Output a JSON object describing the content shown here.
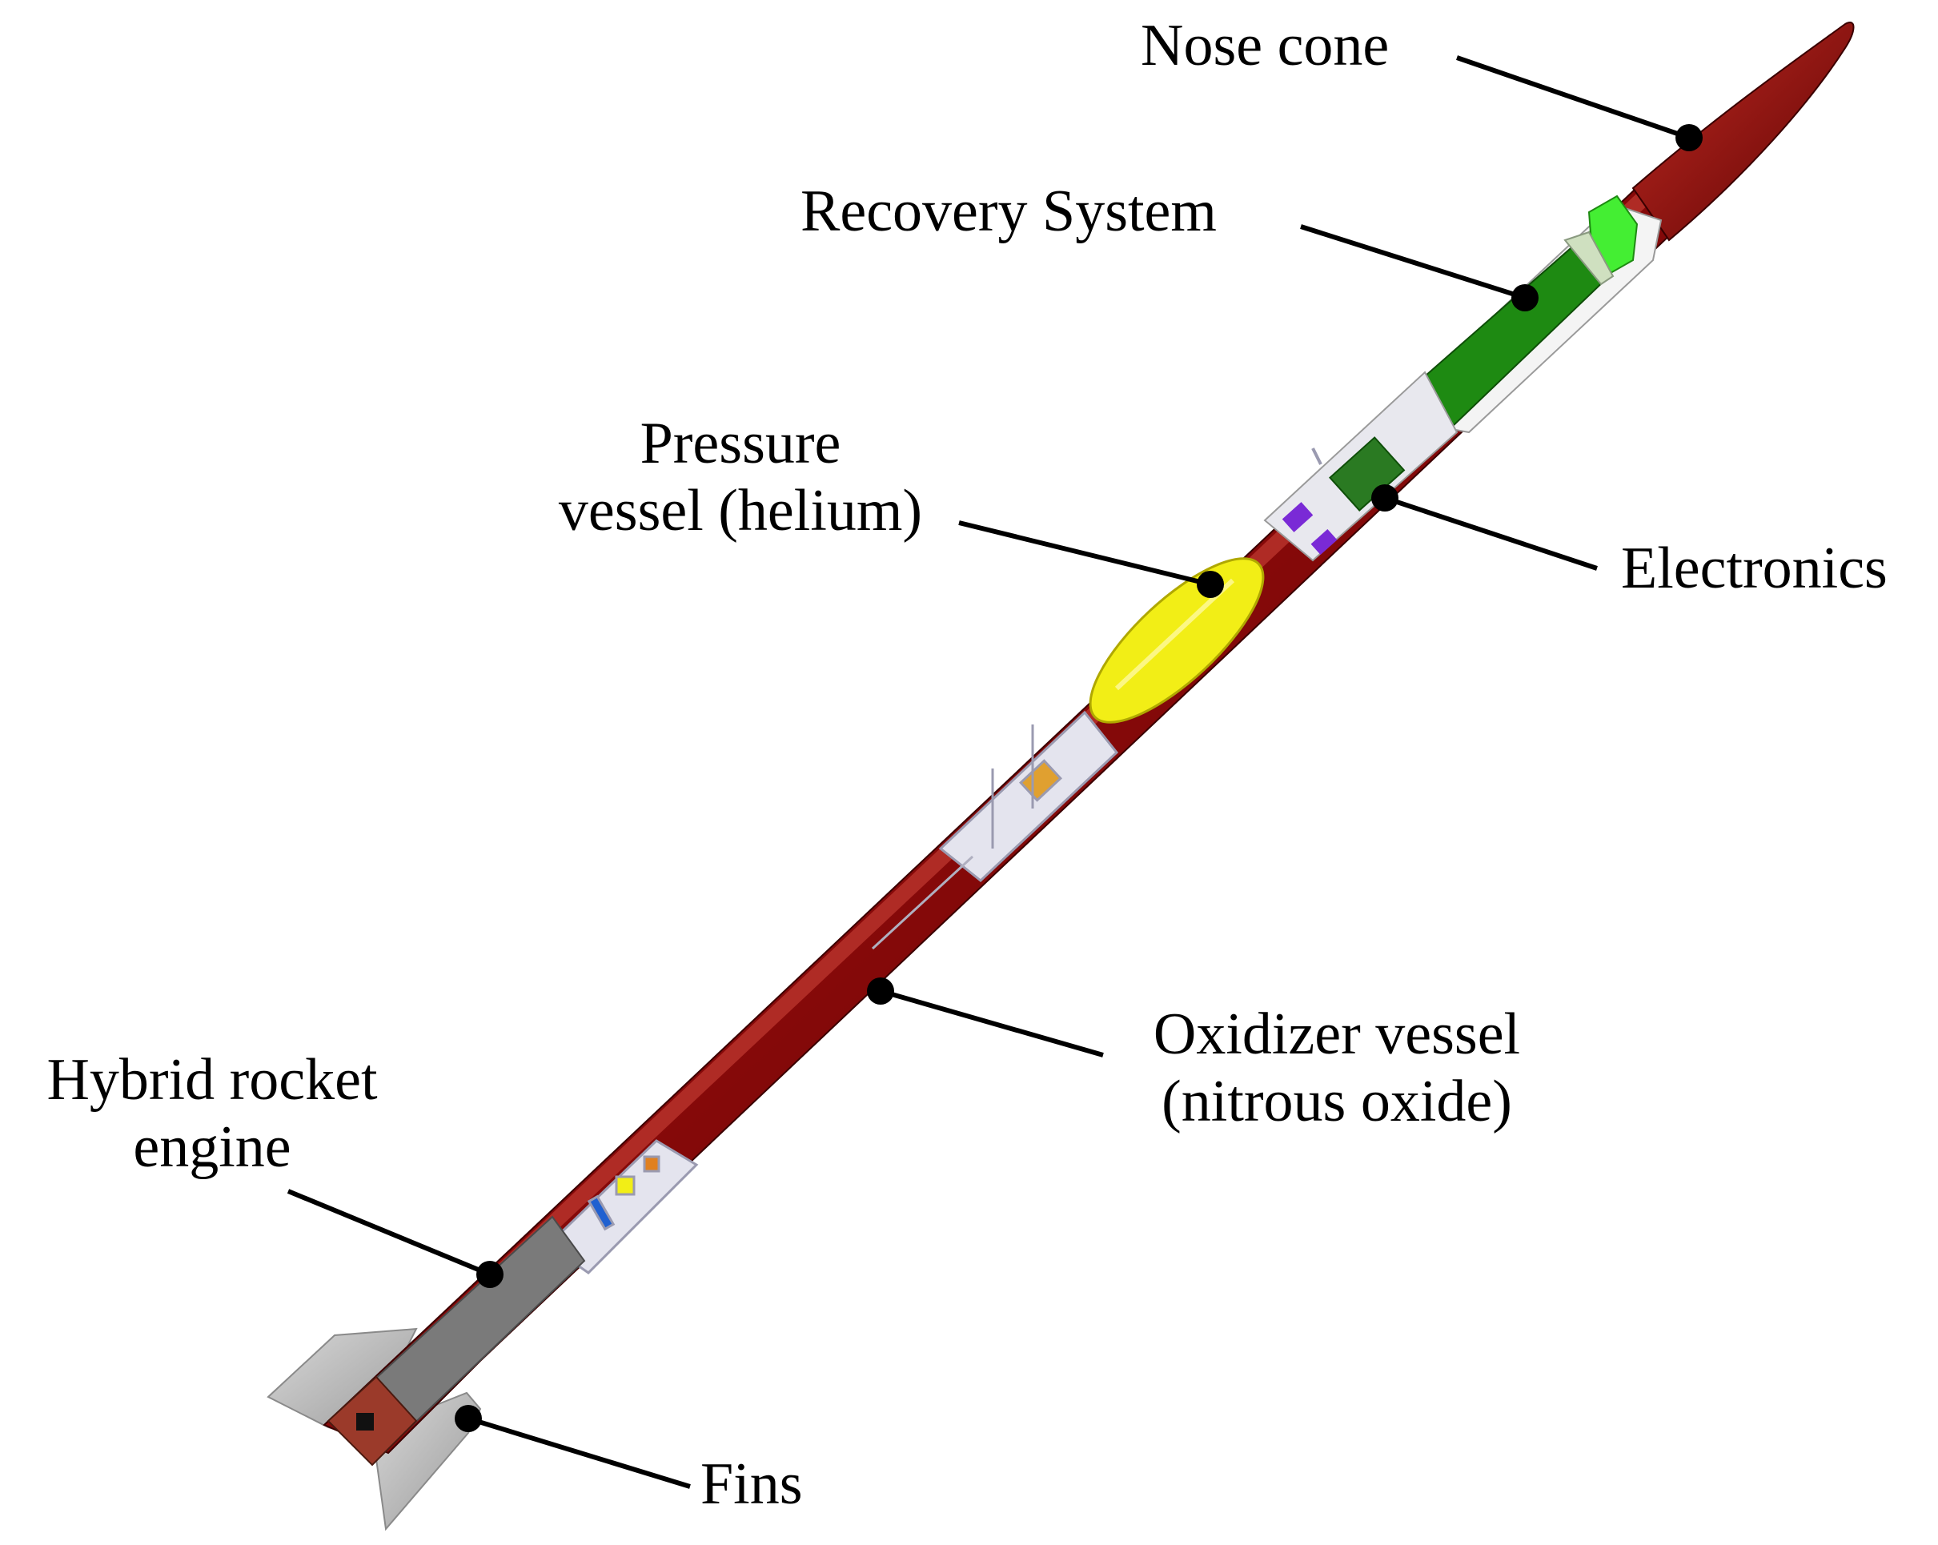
{
  "labels": {
    "nose_cone": "Nose cone",
    "recovery_system": "Recovery System",
    "pressure_vessel": {
      "line1": "Pressure",
      "line2": "vessel (helium)"
    },
    "electronics": "Electronics",
    "oxidizer_vessel": {
      "line1": "Oxidizer vessel",
      "line2": "(nitrous oxide)"
    },
    "hybrid_engine": {
      "line1": "Hybrid rocket",
      "line2": "engine"
    },
    "fins": "Fins"
  },
  "colors": {
    "body": "#8b0a0a",
    "body_highlight": "#c23a30",
    "body_shadow": "#4e0202",
    "recovery": "#1e8a12",
    "recovery_bright": "#44ee33",
    "pressure_vessel": "#f2ee16",
    "electronics": "#2a7a22",
    "electronics_chip": "#7a2ad6",
    "engine": "#7a7a7a",
    "fins": "#b9b9b9",
    "leader": "#000000"
  }
}
